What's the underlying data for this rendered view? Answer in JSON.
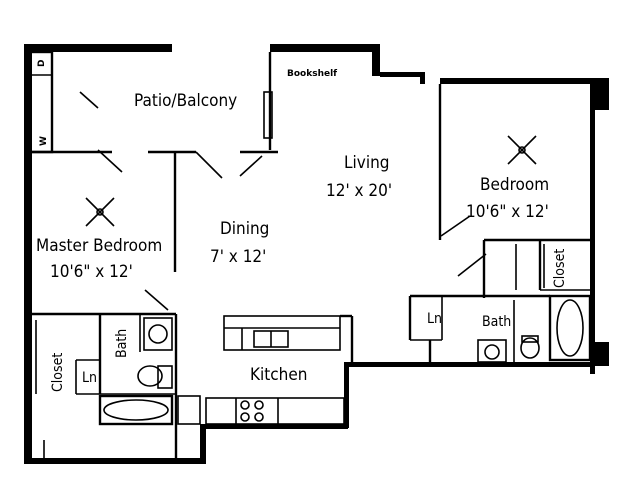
{
  "rooms": {
    "patio": {
      "label": "Patio/Balcony"
    },
    "living": {
      "label": "Living",
      "size": "12' x 20'"
    },
    "bedroom": {
      "label": "Bedroom",
      "size": "10'6\" x 12'"
    },
    "master_bedroom": {
      "label": "Master Bedroom",
      "size": "10'6\" x 12'"
    },
    "dining": {
      "label": "Dining",
      "size": "7' x 12'"
    },
    "kitchen": {
      "label": "Kitchen"
    },
    "master_bath": {
      "label": "Bath"
    },
    "bath2": {
      "label": "Bath"
    },
    "master_closet": {
      "label": "Closet"
    },
    "closet2": {
      "label": "Closet"
    },
    "linen_master": {
      "label": "Ln"
    },
    "linen_hall": {
      "label": "Ln"
    }
  },
  "fixtures": {
    "dryer": "D",
    "washer": "W",
    "bookshelf": "Bookshelf"
  },
  "colors": {
    "ink": "#000000",
    "paper": "#ffffff"
  }
}
